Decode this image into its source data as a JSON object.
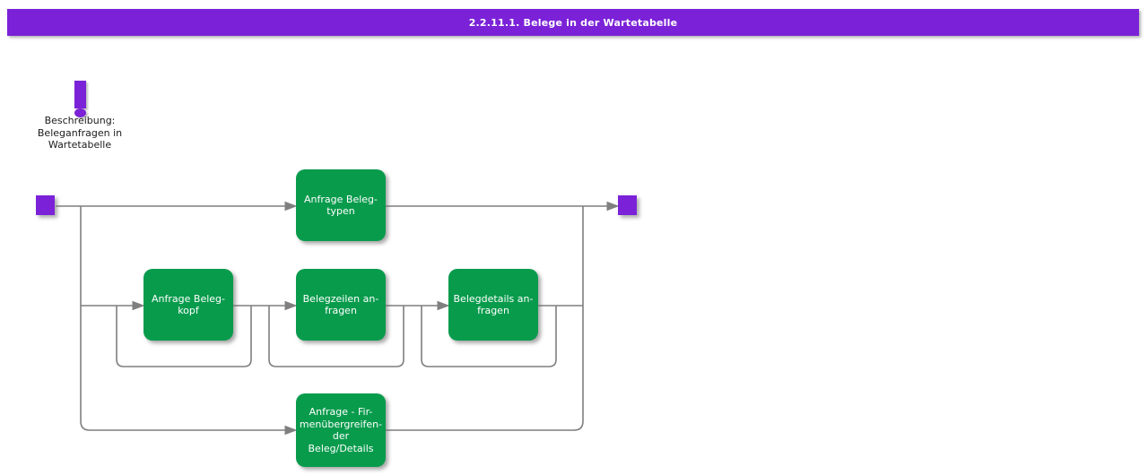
{
  "title_bar": {
    "text": "2.2.11.1. Belege in der Wartetabelle",
    "bg_color": "#7B22D8",
    "text_color": "#FFFFFF"
  },
  "note": {
    "icon": "exclamation-icon",
    "icon_color": "#7B22D8",
    "text": "Beschreibung:\nBeleganfragen in\nWartetabelle"
  },
  "diagram": {
    "colors": {
      "activity_fill": "#089B4C",
      "activity_text": "#FFFFFF",
      "terminal_fill": "#7B22D8",
      "connector": "#7F7F7F"
    },
    "start_node": {
      "type": "start"
    },
    "end_node": {
      "type": "end"
    },
    "activities": [
      {
        "label": "Anfrage Beleg-\ntypen"
      },
      {
        "label": "Anfrage Beleg-\nkopf"
      },
      {
        "label": "Belegzeilen an-\nfragen"
      },
      {
        "label": "Belegdetails an-\nfragen"
      },
      {
        "label": "Anfrage - Fir-\nmenübergreifen-\nder\nBeleg/Details"
      }
    ]
  }
}
